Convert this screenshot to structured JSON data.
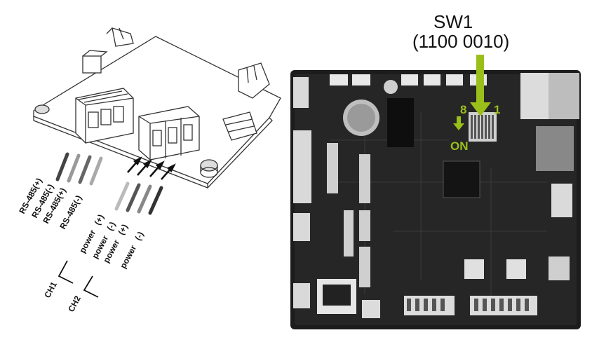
{
  "diagram": {
    "wire_labels": {
      "rs485_1_pos": "RS-485(+)",
      "rs485_1_neg": "RS-485(-)",
      "rs485_2_pos": "RS-485(+)",
      "rs485_2_neg": "RS-485(-)",
      "power_1_pos": "power   (+)",
      "power_1_neg": "power   (-)",
      "power_2_pos": "power   (+)",
      "power_2_neg": "power   (-)"
    },
    "channels": {
      "ch1": "CH1",
      "ch2": "CH2"
    },
    "switch": {
      "name": "SW1",
      "setting": "(1100 0010)",
      "left_number": "8",
      "right_number": "1",
      "on_label": "ON"
    },
    "colors": {
      "accent_green": "#9bbf1a",
      "pcb_dark": "#1c1c1c"
    }
  }
}
